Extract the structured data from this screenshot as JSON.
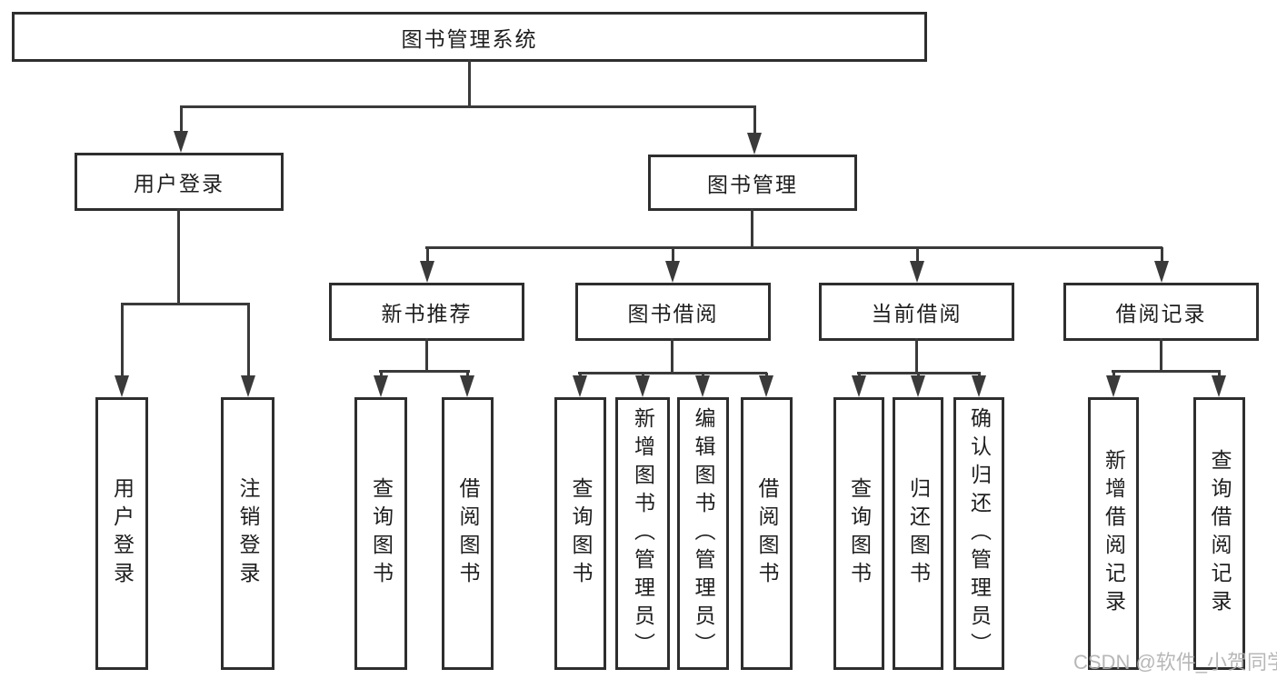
{
  "nodes": {
    "root": "图书管理系统",
    "user_login": "用户登录",
    "book_management": "图书管理",
    "new_book_recommend": "新书推荐",
    "book_borrowing": "图书借阅",
    "current_borrowing": "当前借阅",
    "borrowing_records": "借阅记录",
    "ul_user_login": "用户登录",
    "ul_logout": "注销登录",
    "nbr_query_books": "查询图书",
    "nbr_borrow_books": "借阅图书",
    "bb_query_books": "查询图书",
    "bb_add_books": "新增图书（管理员）",
    "bb_edit_books": "编辑图书（管理员）",
    "bb_borrow_books": "借阅图书",
    "cb_query_books": "查询图书",
    "cb_return_books": "归还图书",
    "cb_confirm_return": "确认归还（管理员）",
    "br_add_record": "新增借阅记录",
    "br_query_record": "查询借阅记录"
  },
  "watermark": "CSDN @软件_小贺同学",
  "colors": {
    "line": "#3a3a3a",
    "box_border": "#2e2e2e",
    "text": "#1e1e1e",
    "background": "#ffffff",
    "watermark": "#b0b0b0"
  }
}
